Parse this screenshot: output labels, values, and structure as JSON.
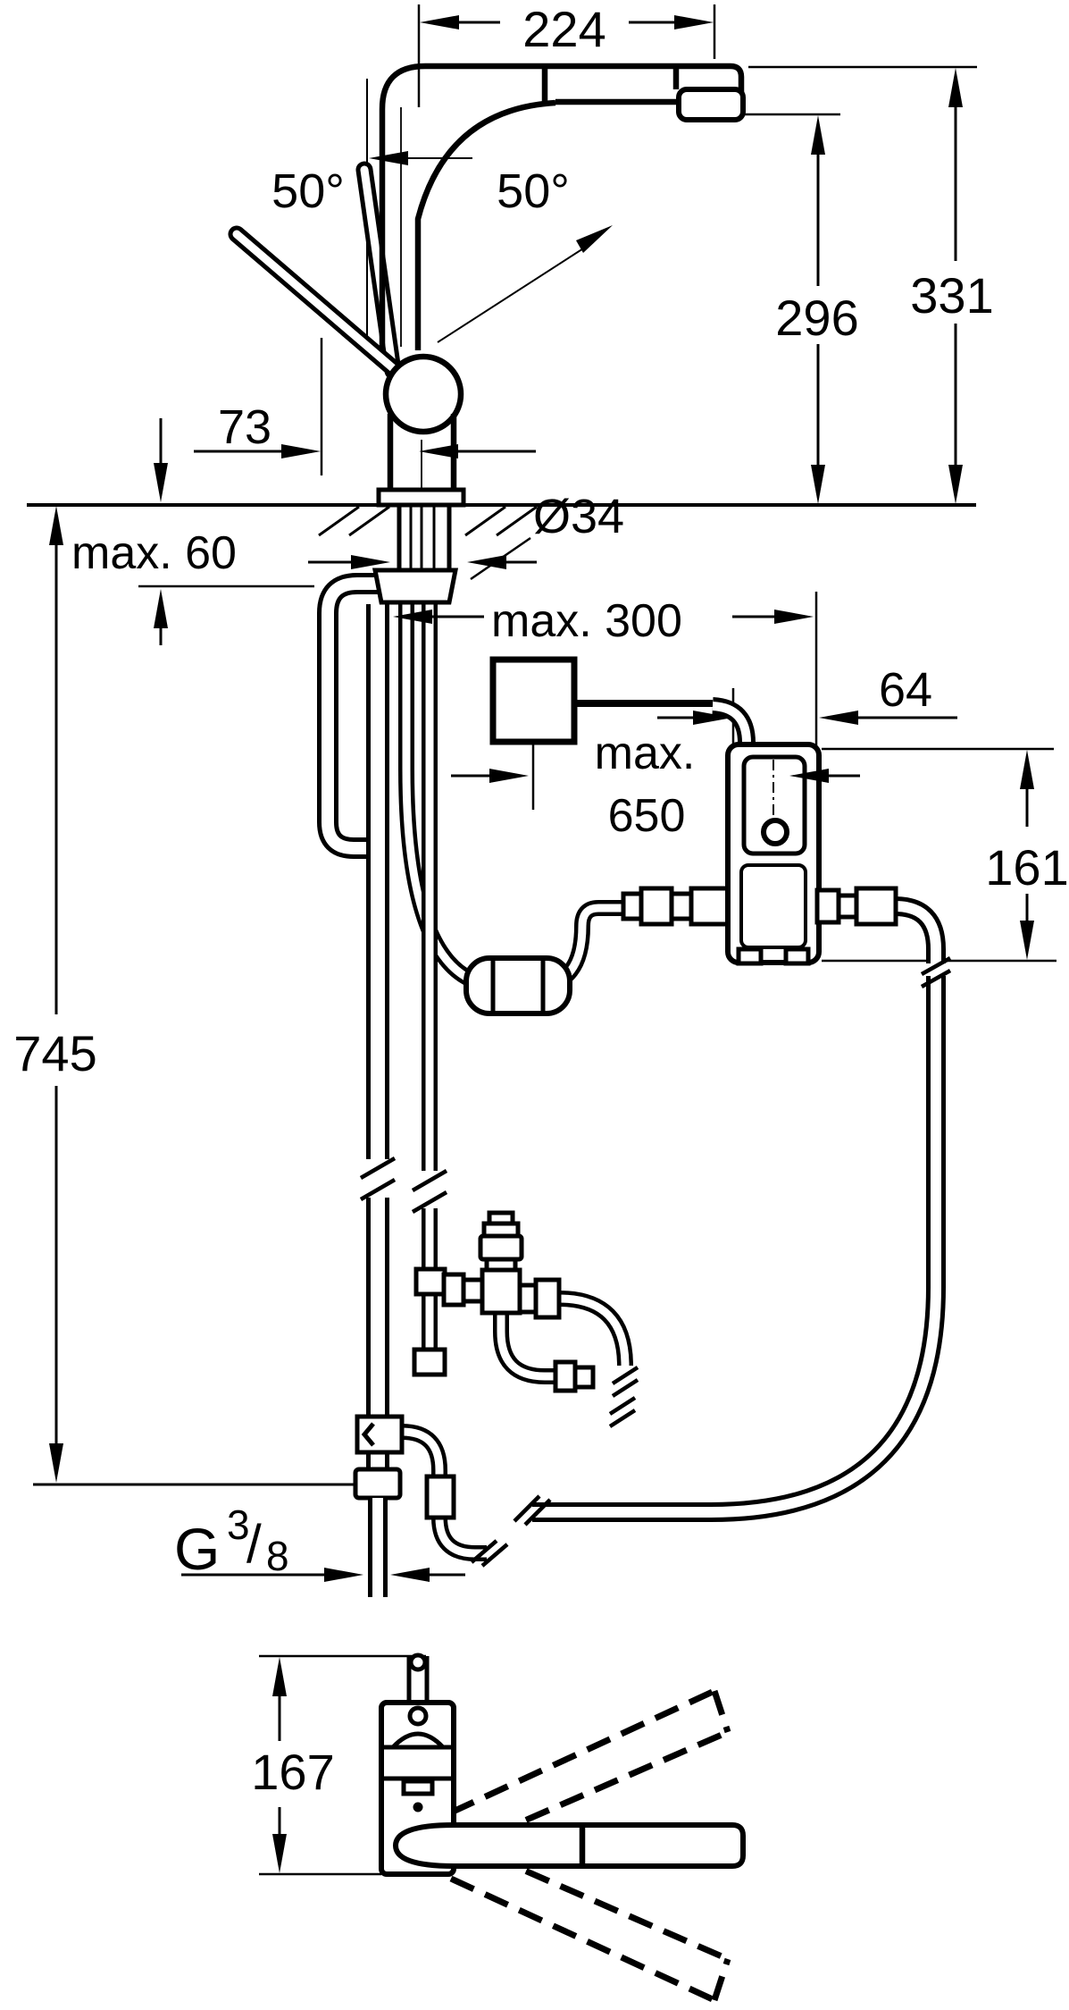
{
  "drawing": {
    "type": "technical-installation-diagram",
    "views": [
      "side elevation with under-counter plumbing",
      "base/top view with swivel range"
    ]
  },
  "dims": {
    "reach": "224",
    "angle_left": "50°",
    "angle_right": "50°",
    "outlet_height": "296",
    "spout_height": "331",
    "handle_offset": "73",
    "deck_max": "max. 60",
    "hole_dia": "Ø34",
    "ctrl_max_w": "max. 300",
    "box_offset": "64",
    "hose_max_line1": "max.",
    "hose_max_line2": "650",
    "box_height": "161",
    "under_depth": "745",
    "thread_g": "G",
    "thread_sup": "3",
    "thread_slash": "/",
    "thread_sub": "8",
    "base_height": "167"
  },
  "colors": {
    "ink": "#000000",
    "paper": "#ffffff"
  }
}
